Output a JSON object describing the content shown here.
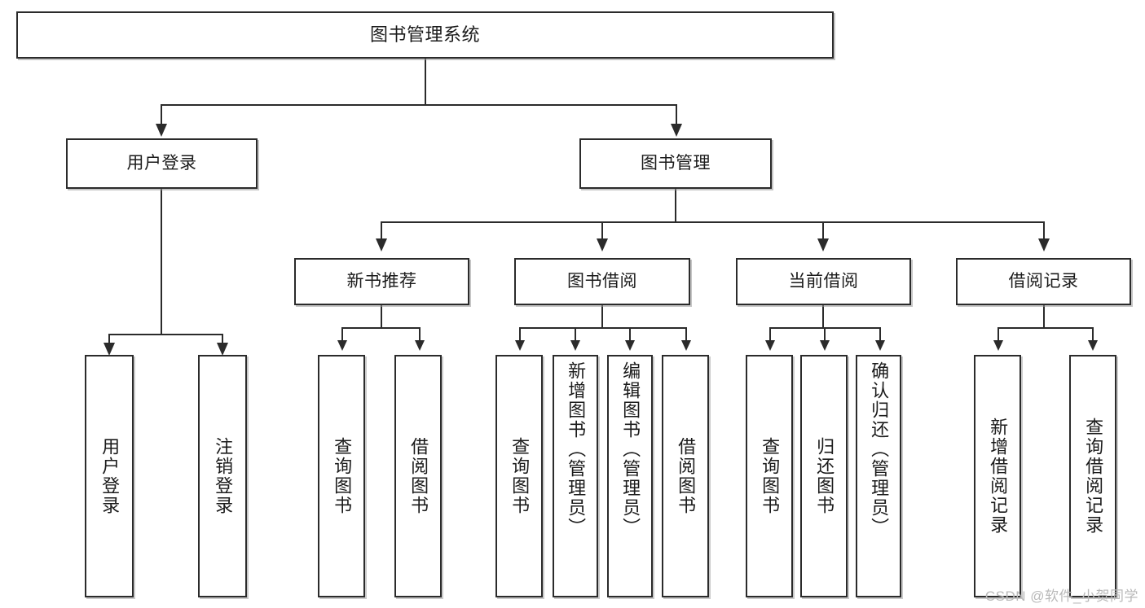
{
  "diagram": {
    "title": "图书管理系统",
    "type": "tree",
    "root": {
      "label": "图书管理系统"
    },
    "level2": [
      {
        "label": "用户登录"
      },
      {
        "label": "图书管理"
      }
    ],
    "level3": [
      {
        "label": "新书推荐"
      },
      {
        "label": "图书借阅"
      },
      {
        "label": "当前借阅"
      },
      {
        "label": "借阅记录"
      }
    ],
    "leaves": {
      "user_login": [
        {
          "label": "用户登录"
        },
        {
          "label": "注销登录"
        }
      ],
      "new_book_recommend": [
        {
          "label": "查询图书"
        },
        {
          "label": "借阅图书"
        }
      ],
      "book_borrow": [
        {
          "label": "查询图书"
        },
        {
          "label": "新增图书（管理员）"
        },
        {
          "label": "编辑图书（管理员）"
        },
        {
          "label": "借阅图书"
        }
      ],
      "current_borrow": [
        {
          "label": "查询图书"
        },
        {
          "label": "归还图书"
        },
        {
          "label": "确认归还（管理员）"
        }
      ],
      "borrow_record": [
        {
          "label": "新增借阅记录"
        },
        {
          "label": "查询借阅记录"
        }
      ]
    }
  },
  "watermark": {
    "text": "CSDN @软件_小贺同学"
  },
  "colors": {
    "stroke": "#2b2b2b",
    "text": "#1b1b1b",
    "background": "#ffffff",
    "watermark": "#b9b9b9"
  }
}
